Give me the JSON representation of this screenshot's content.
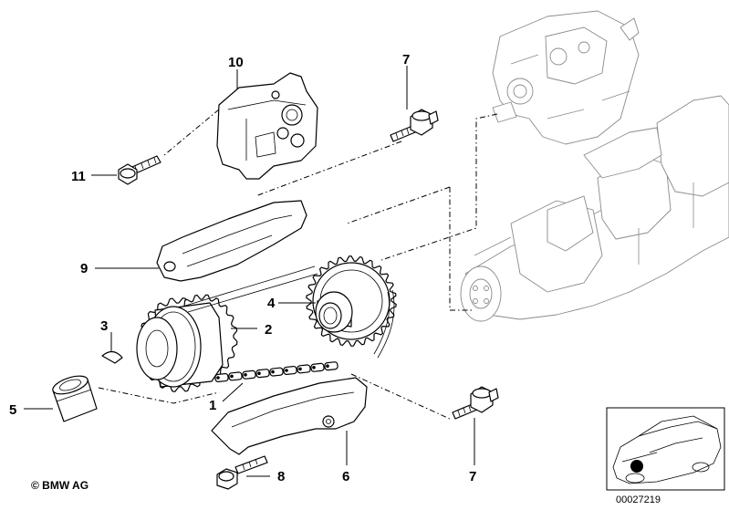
{
  "callouts": {
    "c1": "1",
    "c2": "2",
    "c3": "3",
    "c4": "4",
    "c5": "5",
    "c6": "6",
    "c7_top": "7",
    "c7_bottom": "7",
    "c8": "8",
    "c9": "9",
    "c10": "10",
    "c11": "11"
  },
  "footer": {
    "copyright": "© BMW AG",
    "reference_number": "00027219"
  },
  "icons": {
    "thumbnail": "car-location-thumbnail-icon"
  }
}
